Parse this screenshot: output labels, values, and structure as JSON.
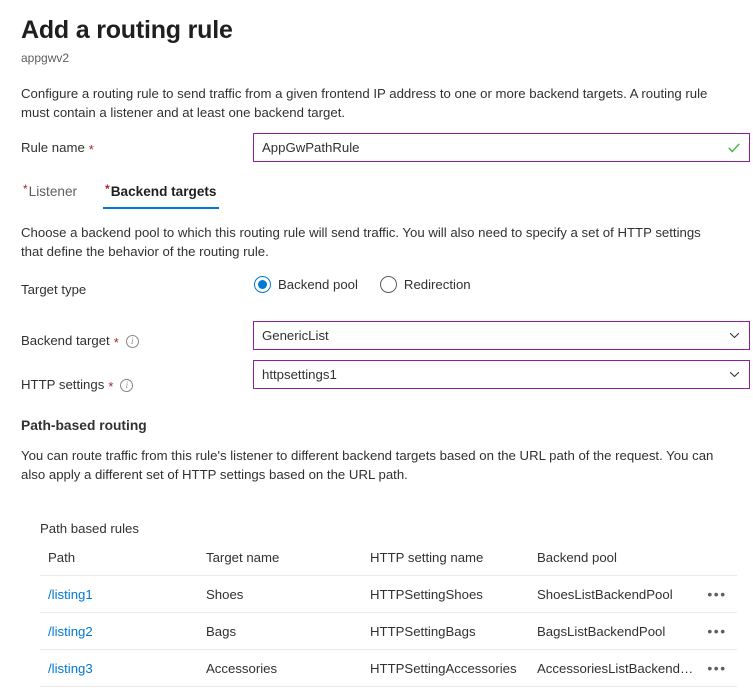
{
  "header": {
    "title": "Add a routing rule",
    "subtitle": "appgwv2"
  },
  "intro": {
    "text": "Configure a routing rule to send traffic from a given frontend IP address to one or more backend targets. A routing rule must contain a listener and at least one backend target."
  },
  "rule_name": {
    "label": "Rule name",
    "required_marker": "*",
    "value": "AppGwPathRule",
    "placeholder": "",
    "valid": true
  },
  "tabs": [
    {
      "label": "Listener",
      "required_marker": "*",
      "active": false
    },
    {
      "label": "Backend targets",
      "required_marker": "*",
      "active": true
    }
  ],
  "tab_description": {
    "text": "Choose a backend pool to which this routing rule will send traffic. You will also need to specify a set of HTTP settings that define the behavior of the routing rule."
  },
  "target_type": {
    "label": "Target type",
    "options": [
      {
        "label": "Backend pool",
        "selected": true
      },
      {
        "label": "Redirection",
        "selected": false
      }
    ]
  },
  "backend_target": {
    "label": "Backend target",
    "required_marker": "*",
    "info_glyph": "i",
    "value": "GenericList"
  },
  "http_settings": {
    "label": "HTTP settings",
    "required_marker": "*",
    "info_glyph": "i",
    "value": "httpsettings1"
  },
  "path_based_routing": {
    "heading": "Path-based routing",
    "description": "You can route traffic from this rule's listener to different backend targets based on the URL path of the request. You can also apply a different set of HTTP settings based on the URL path."
  },
  "path_rules_table": {
    "caption": "Path based rules",
    "columns": [
      "Path",
      "Target name",
      "HTTP setting name",
      "Backend pool"
    ],
    "menu_glyph": "•••",
    "rows": [
      {
        "path": "/listing1",
        "target_name": "Shoes",
        "http_setting_name": "HTTPSettingShoes",
        "backend_pool": "ShoesListBackendPool"
      },
      {
        "path": "/listing2",
        "target_name": "Bags",
        "http_setting_name": "HTTPSettingBags",
        "backend_pool": "BagsListBackendPool"
      },
      {
        "path": "/listing3",
        "target_name": "Accessories",
        "http_setting_name": "HTTPSettingAccessories",
        "backend_pool": "AccessoriesListBackendP..."
      }
    ]
  },
  "colors": {
    "accent_blue": "#0078d4",
    "field_border_purple": "#8c1f9b",
    "valid_green": "#5cb85c",
    "required_red": "#a4262c",
    "text_primary": "#323130",
    "text_secondary": "#605e5c",
    "divider": "#edebe9"
  }
}
